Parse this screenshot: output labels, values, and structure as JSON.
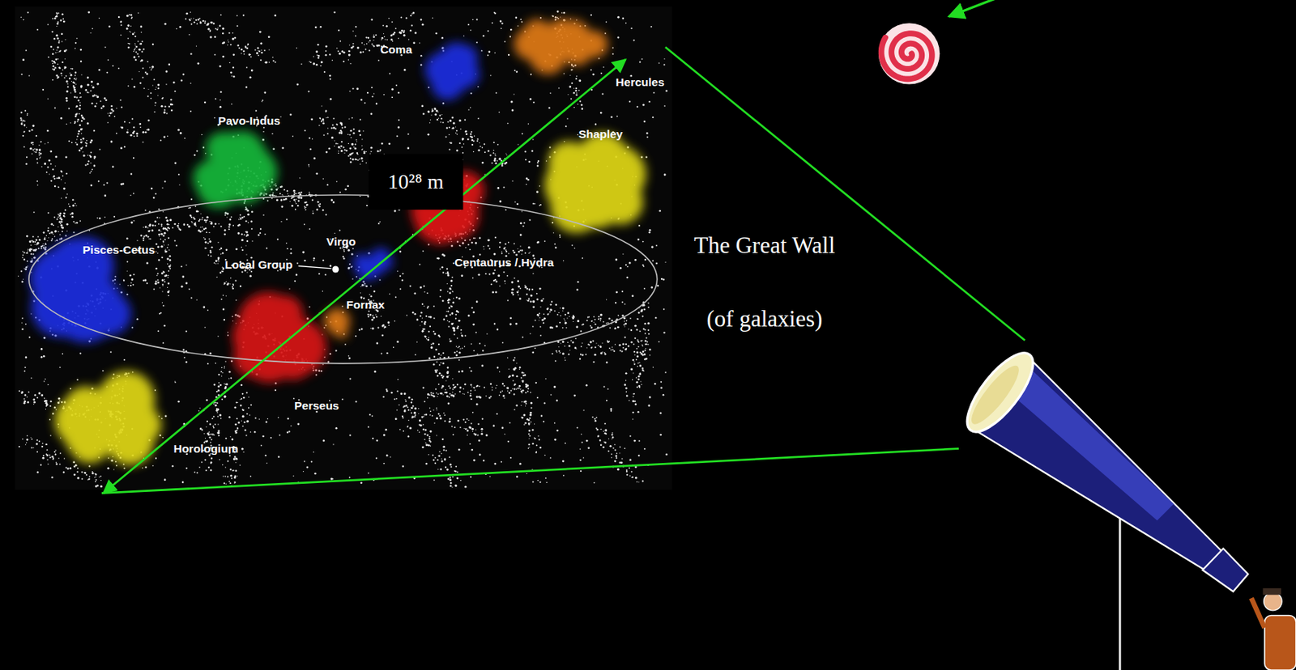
{
  "diagram": {
    "labels": [
      "Coma",
      "Hercules",
      "Pavo-Indus",
      "Shapley",
      "10²⁸ m",
      "The Great Wall",
      "Virgo",
      "Pisces-Cetus",
      "Local Group",
      "Centaurus / Hydra",
      "(of galaxies)",
      "Fornax",
      "Perseus",
      "Horologium"
    ]
  }
}
